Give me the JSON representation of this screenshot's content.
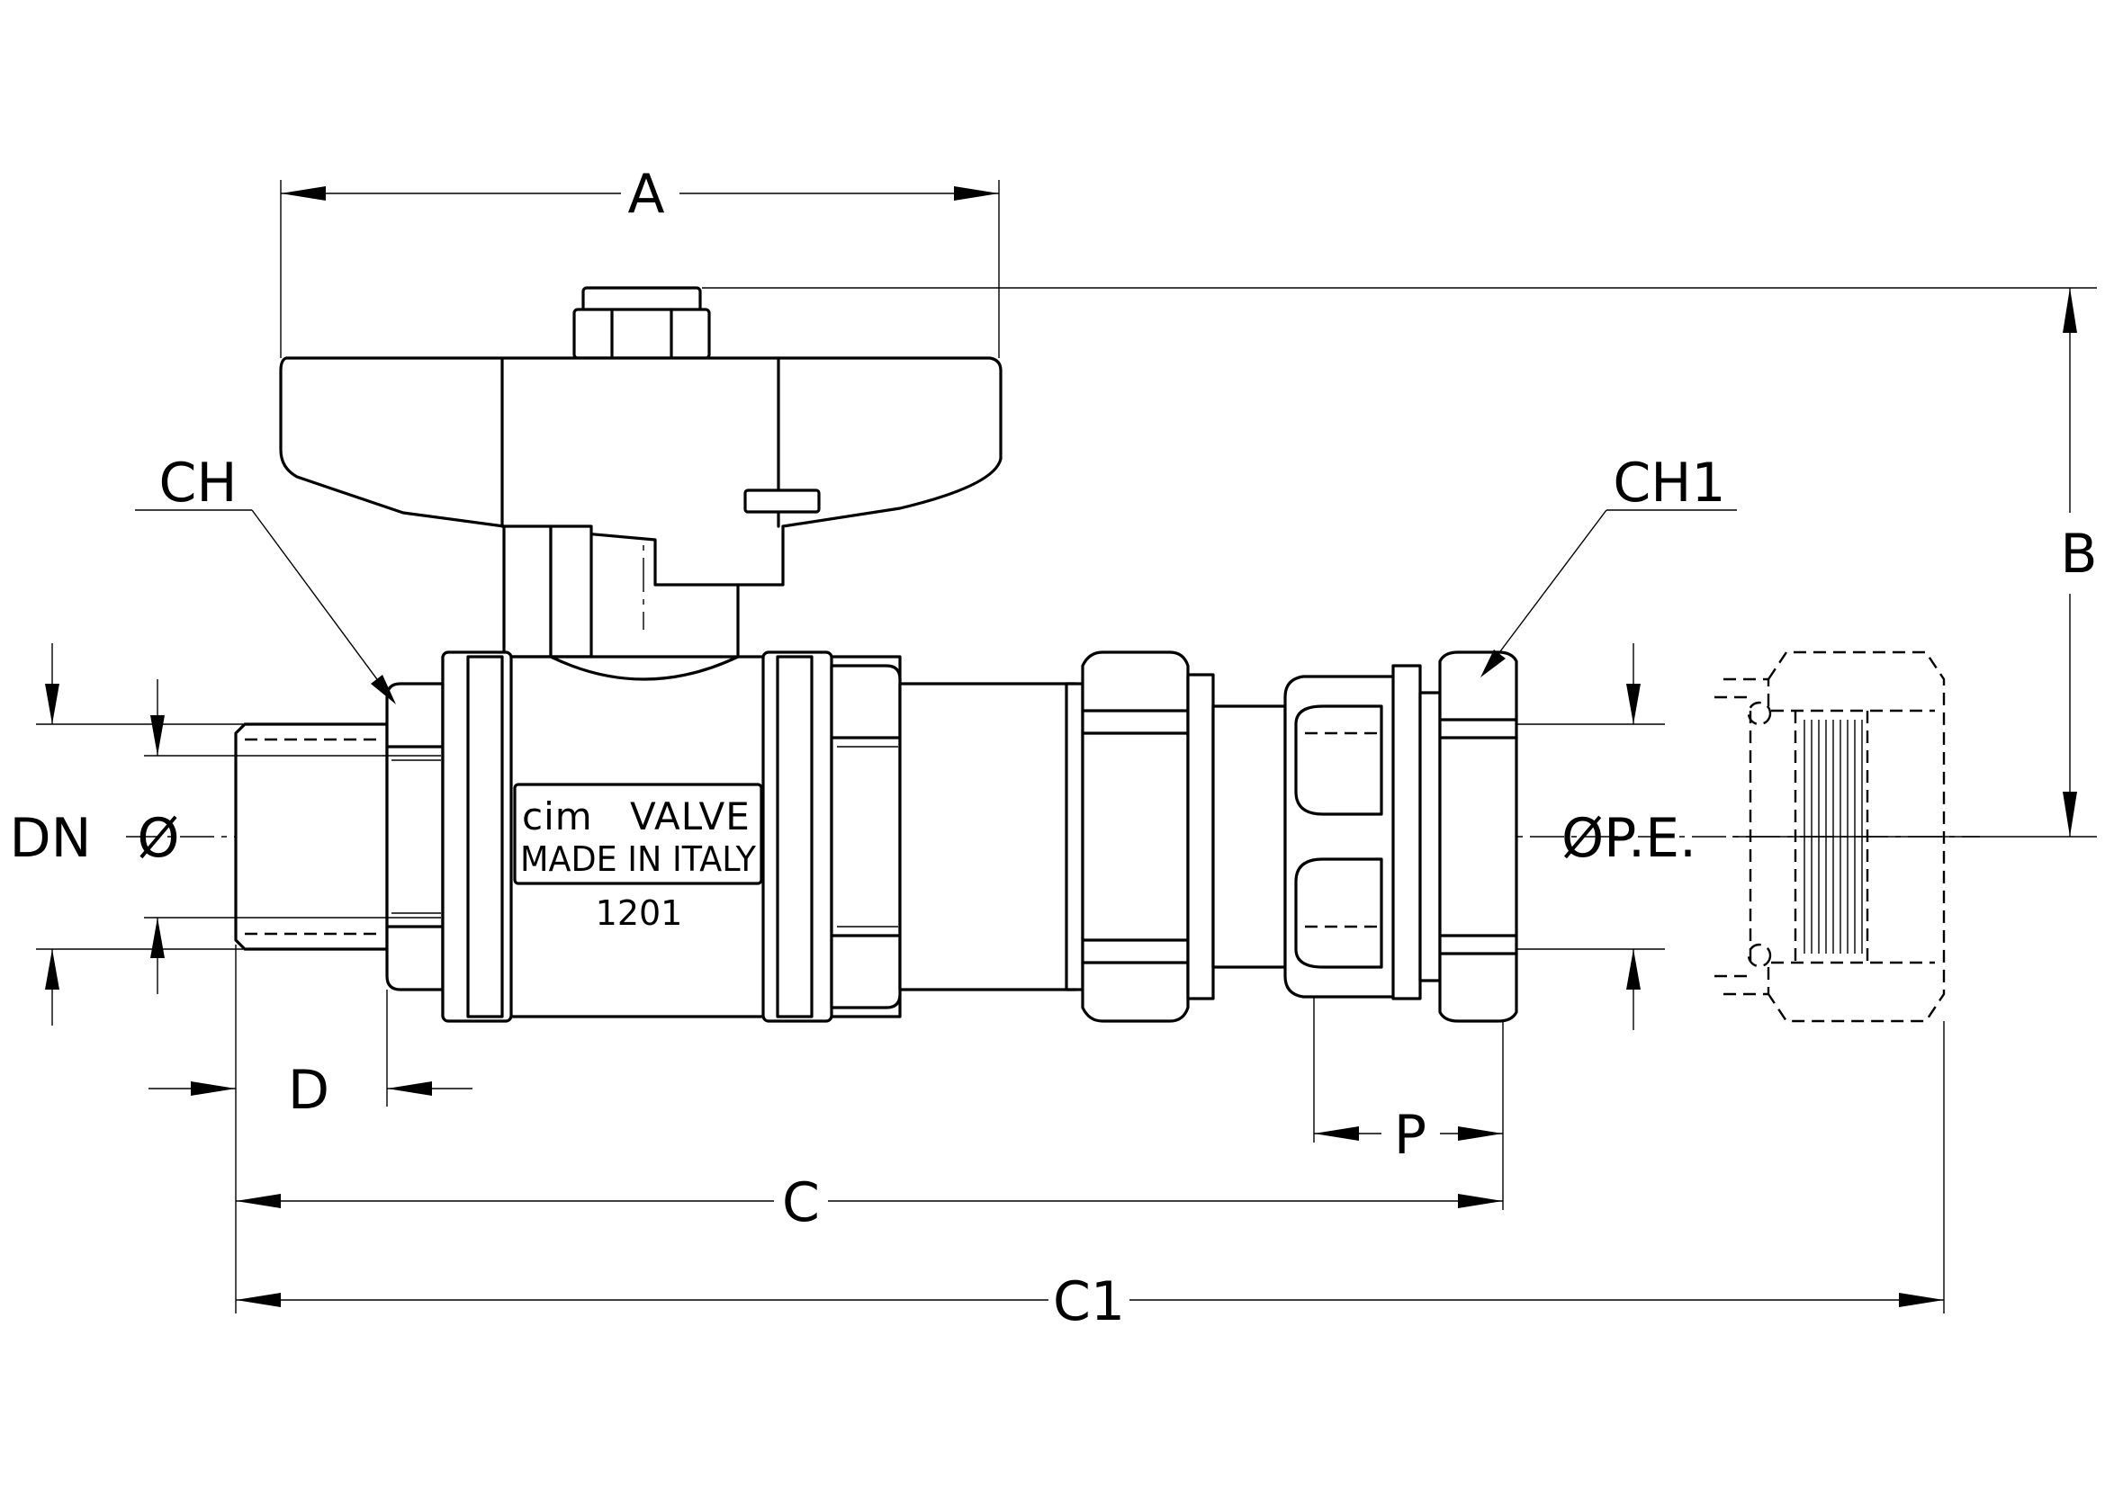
{
  "dimensions": {
    "A": "A",
    "B": "B",
    "C": "C",
    "C1": "C1",
    "D": "D",
    "P": "P",
    "DN": "DN",
    "diameter": "Ø",
    "diameter_pe": "ØP.E.",
    "CH": "CH",
    "CH1": "CH1"
  },
  "marking": {
    "brand_cim": "cim",
    "brand_valve": "VALVE",
    "origin": "MADE IN ITALY",
    "model": "1201"
  }
}
